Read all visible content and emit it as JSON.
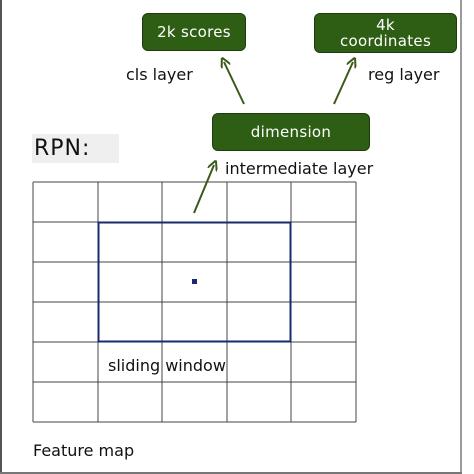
{
  "diagram": {
    "box_fill": "#2e5e14",
    "arrow_color": "#3a5a1a",
    "grid_color": "#444444",
    "window_color": "#1a2a6e",
    "boxes": {
      "scores": "2k scores",
      "coordinates": "4k\ncoordinates",
      "dimension": "dimension"
    },
    "labels": {
      "cls_layer": "cls layer",
      "reg_layer": "reg layer",
      "intermediate_layer": "intermediate layer",
      "rpn": "RPN:",
      "sliding_window": "sliding window",
      "feature_map": "Feature map"
    }
  }
}
